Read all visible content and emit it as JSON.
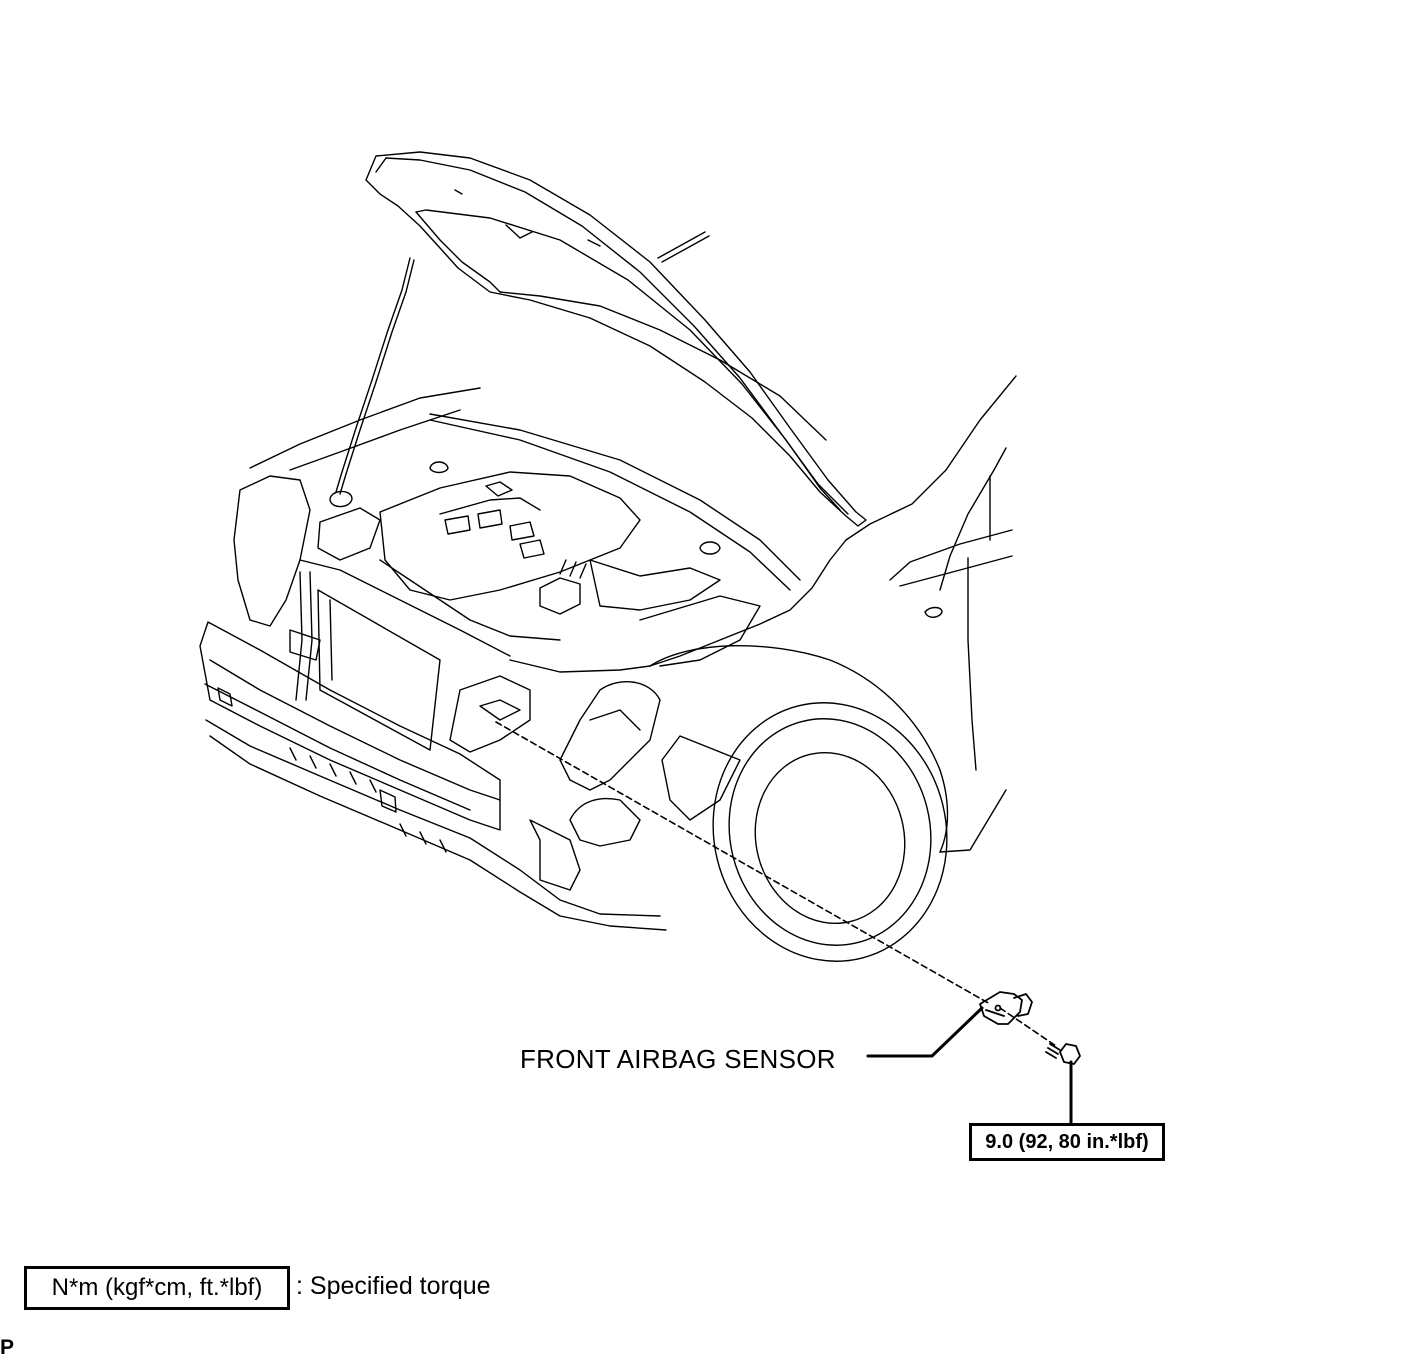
{
  "callout": {
    "sensor_label": "FRONT AIRBAG SENSOR"
  },
  "torque": {
    "bolt_value": "9.0 (92, 80 in.*lbf)"
  },
  "legend": {
    "unit_box": "N*m (kgf*cm, ft.*lbf)",
    "description": ": Specified torque"
  },
  "corner_mark": "P",
  "illustration": {
    "subject": "front-vehicle-hood-open",
    "components": [
      "hood",
      "hood-support-rod",
      "engine-cover",
      "radiator-support",
      "front-bumper-reinforcement",
      "front-wheel",
      "front-fender",
      "front-airbag-sensor",
      "bolt"
    ]
  }
}
